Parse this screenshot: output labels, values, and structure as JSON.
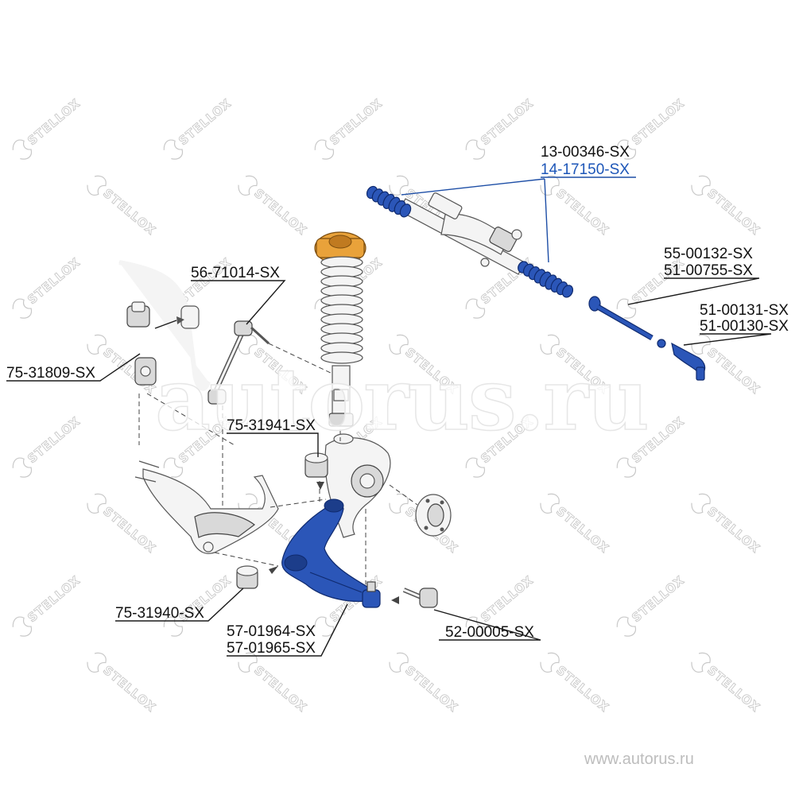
{
  "part_labels": {
    "stabilizer_link": "56-71014-SX",
    "stabilizer_bushing": "75-31809-SX",
    "arm_bushing_front": "75-31941-SX",
    "arm_bushing_rear": "75-31940-SX",
    "control_arm_left": "57-01964-SX",
    "control_arm_right": "57-01965-SX",
    "ball_joint": "52-00005-SX",
    "steering_rack": "13-00346-SX",
    "rack_boot": "14-17150-SX",
    "tie_rod_a": "55-00132-SX",
    "tie_rod_b": "51-00755-SX",
    "tie_rod_end_a": "51-00131-SX",
    "tie_rod_end_b": "51-00130-SX"
  },
  "watermark": {
    "brand": "STELLOX",
    "site": "autorus.ru",
    "footer": "www.autorus.ru"
  },
  "colors": {
    "highlight_blue": "#2b56b8",
    "highlight_orange": "#e9a23a",
    "blue_label": "#1d56b8",
    "watermark_gray": "#c8c8c8"
  }
}
